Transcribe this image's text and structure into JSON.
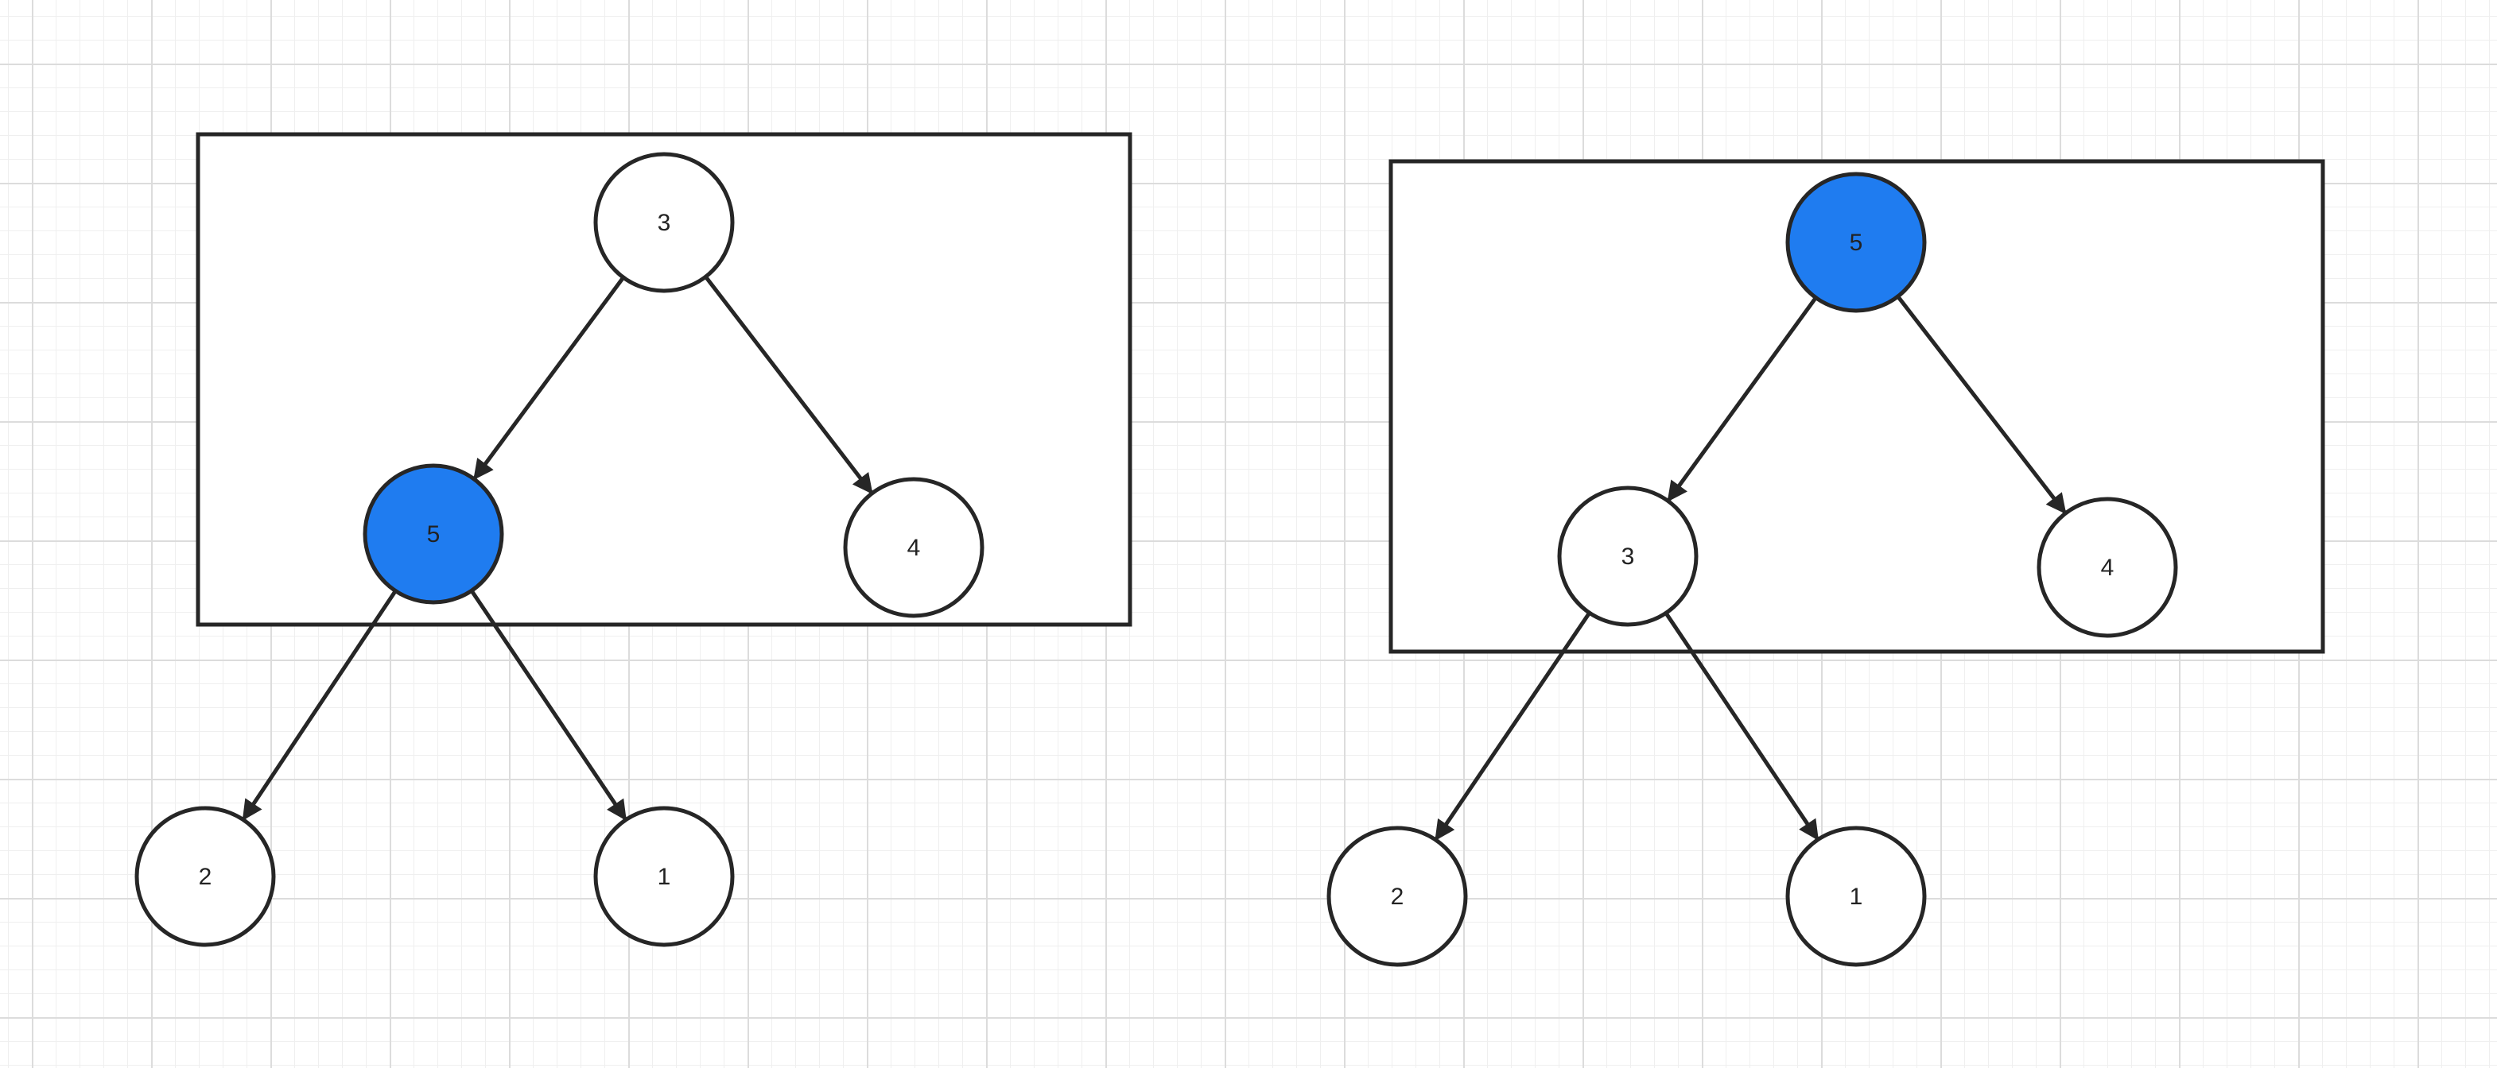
{
  "colors": {
    "background": "#ffffff",
    "stroke": "#262626",
    "highlight_fill": "#1f7cf0",
    "node_fill": "#ffffff"
  },
  "diagrams": [
    {
      "id": "before",
      "nodes": [
        {
          "id": "a",
          "label": "3",
          "highlighted": false
        },
        {
          "id": "b",
          "label": "5",
          "highlighted": true
        },
        {
          "id": "c",
          "label": "4",
          "highlighted": false
        },
        {
          "id": "d",
          "label": "2",
          "highlighted": false
        },
        {
          "id": "e",
          "label": "1",
          "highlighted": false
        }
      ],
      "edges": [
        {
          "from": "a",
          "to": "b"
        },
        {
          "from": "a",
          "to": "c"
        },
        {
          "from": "b",
          "to": "d"
        },
        {
          "from": "b",
          "to": "e"
        }
      ]
    },
    {
      "id": "after",
      "nodes": [
        {
          "id": "a",
          "label": "5",
          "highlighted": true
        },
        {
          "id": "b",
          "label": "3",
          "highlighted": false
        },
        {
          "id": "c",
          "label": "4",
          "highlighted": false
        },
        {
          "id": "d",
          "label": "2",
          "highlighted": false
        },
        {
          "id": "e",
          "label": "1",
          "highlighted": false
        }
      ],
      "edges": [
        {
          "from": "a",
          "to": "b"
        },
        {
          "from": "a",
          "to": "c"
        },
        {
          "from": "b",
          "to": "d"
        },
        {
          "from": "b",
          "to": "e"
        }
      ]
    }
  ]
}
